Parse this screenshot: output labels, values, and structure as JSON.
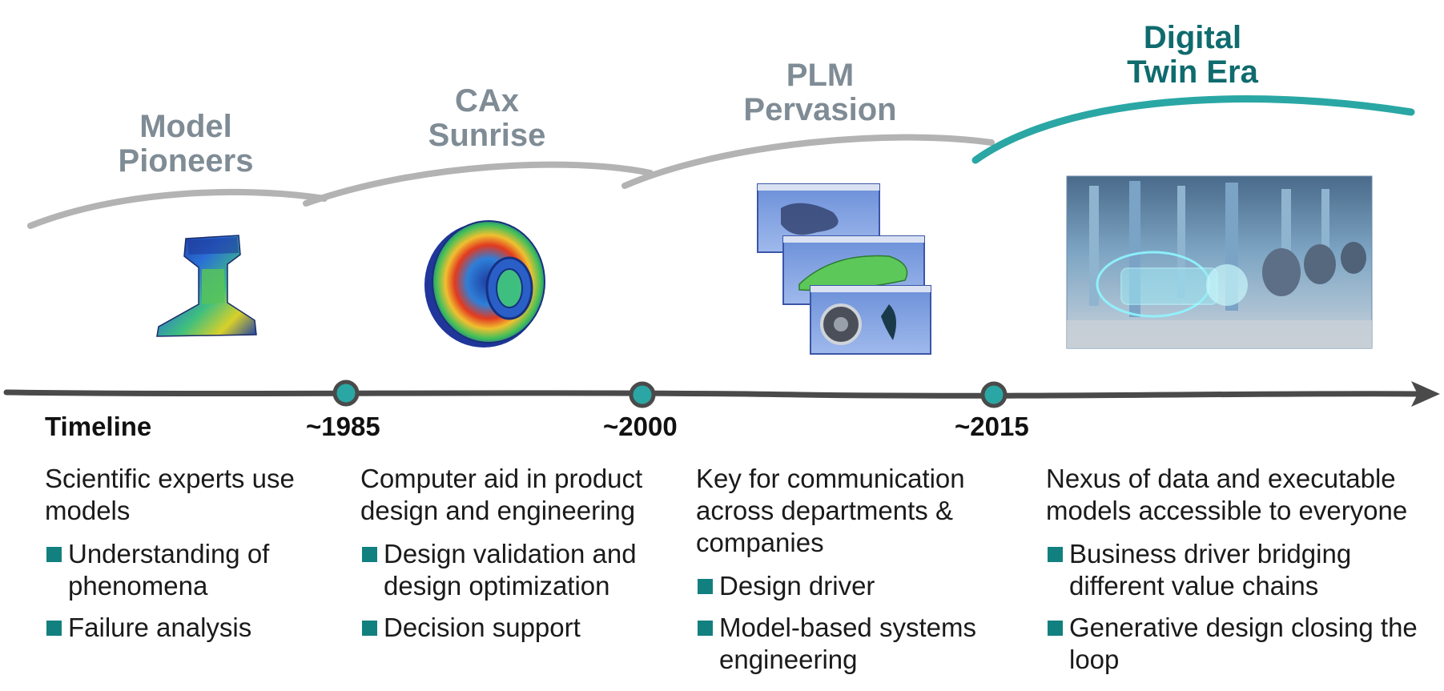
{
  "colors": {
    "teal_accent": "#2aa7a4",
    "era_gray": "#7f8c95",
    "arc_gray": "#b3b3b3",
    "timeline": "#4a4a4a",
    "bullet": "#12807f",
    "digital_title": "#0f6b6e"
  },
  "eras": [
    {
      "title_lines": [
        "Model",
        "Pioneers"
      ]
    },
    {
      "title_lines": [
        "CAx",
        "Sunrise"
      ]
    },
    {
      "title_lines": [
        "PLM",
        "Pervasion"
      ]
    },
    {
      "title_lines": [
        "Digital",
        "Twin Era"
      ]
    }
  ],
  "timeline": {
    "label": "Timeline",
    "milestones": [
      "~1985",
      "~2000",
      "~2015"
    ]
  },
  "columns": [
    {
      "description": "Scientific experts use models",
      "bullets": [
        "Understanding of phenomena",
        "Failure analysis"
      ]
    },
    {
      "description": "Computer aid in product design and engineering",
      "bullets": [
        "Design validation and design optimization",
        "Decision support"
      ]
    },
    {
      "description": "Key for communication across departments & companies",
      "bullets": [
        "Design driver",
        "Model-based systems engineering"
      ]
    },
    {
      "description": "Nexus of data and executable models accessible to everyone",
      "bullets": [
        "Business driver bridging different value chains",
        "Generative design closing the loop"
      ]
    }
  ],
  "icons": [
    "fem-rail-profile-image",
    "fem-wheel-rim-image",
    "plm-screenshots-image",
    "digital-twin-plant-image",
    "timeline-arrow-icon",
    "bullet-square-icon"
  ]
}
